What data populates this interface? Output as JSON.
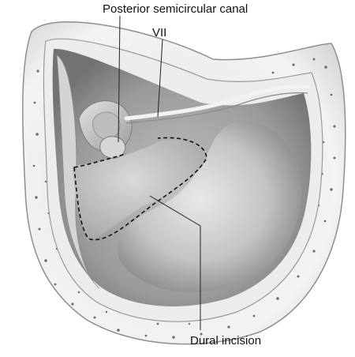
{
  "figure": {
    "labels": {
      "posterior_semicircular_canal": "Posterior semicircular canal",
      "vii": "VII",
      "dural_incision": "Dural incision"
    },
    "colors": {
      "background": "#ffffff",
      "bone_outer": "#f1f1f1",
      "bone_edge": "#8e8e8e",
      "dura_dark": "#7d7d7d",
      "dura_mid": "#a9a9a9",
      "dura_light": "#d6d6d6",
      "leader_line": "#222222",
      "incision_line": "#111111"
    }
  }
}
